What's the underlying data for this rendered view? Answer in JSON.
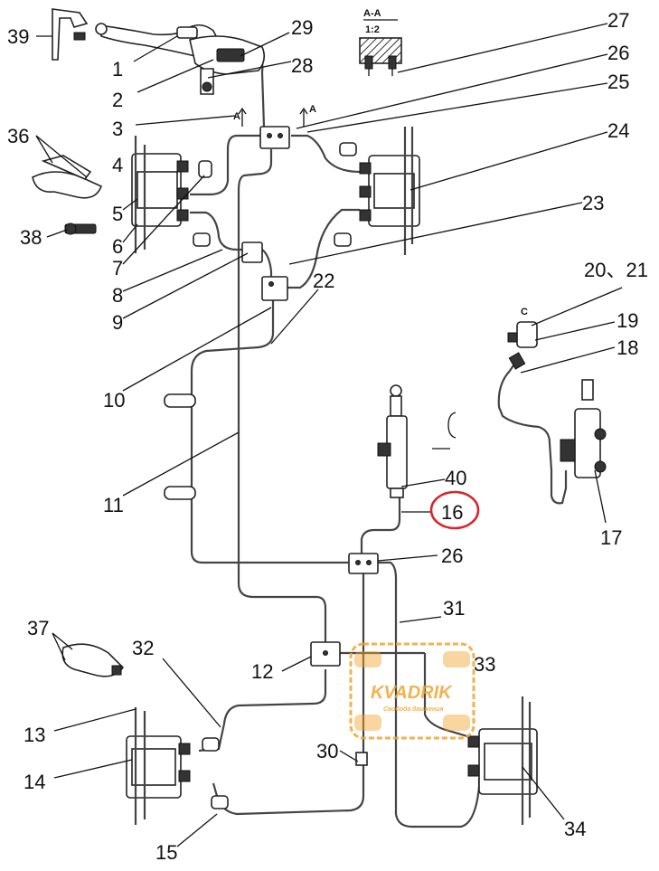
{
  "section": {
    "title": "A-A",
    "scale": "1:2"
  },
  "section_marks": {
    "left": "A",
    "right": "A"
  },
  "valve_mark": "C",
  "labels": {
    "l1": "1",
    "l2": "2",
    "l3": "3",
    "l4": "4",
    "l5": "5",
    "l6": "6",
    "l7": "7",
    "l8": "8",
    "l9": "9",
    "l10": "10",
    "l11": "11",
    "l12": "12",
    "l13": "13",
    "l14": "14",
    "l15": "15",
    "l16": "16",
    "l17": "17",
    "l18": "18",
    "l19": "19",
    "l2021": "20、21",
    "l22": "22",
    "l23": "23",
    "l24": "24",
    "l25": "25",
    "l26a": "26",
    "l26b": "26",
    "l27": "27",
    "l28": "28",
    "l29": "29",
    "l30": "30",
    "l31": "31",
    "l32": "32",
    "l33": "33",
    "l34": "34",
    "l36": "36",
    "l37": "37",
    "l38": "38",
    "l39": "39",
    "l40": "40"
  },
  "highlight": {
    "label": "16",
    "color": "#d8252a"
  },
  "watermark": {
    "brand": "KVADRIK",
    "tagline": "Свобода движения",
    "color": "#f2a531"
  }
}
